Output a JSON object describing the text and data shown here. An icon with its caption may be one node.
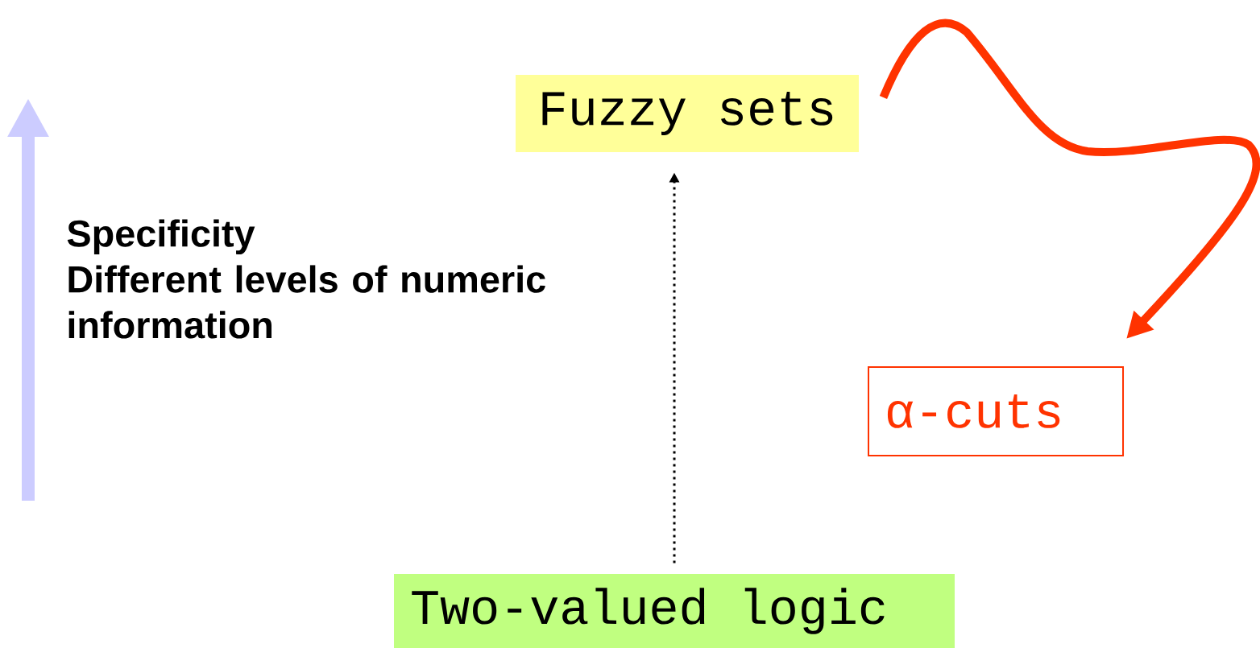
{
  "diagram": {
    "nodes": [
      {
        "text": [
          "Fuzzy sets"
        ]
      },
      {
        "text": [
          "α-cuts"
        ]
      },
      {
        "text": [
          "Two-valued logic"
        ]
      }
    ],
    "edges": [
      {
        "from": 2,
        "to": 0,
        "arrow": "to",
        "style": "dashed"
      },
      {
        "from": 0,
        "to": 1,
        "arrow": "to",
        "style": "thick",
        "color": "#ff3300"
      }
    ],
    "labels": [
      "Specificity",
      "Different levels of numeric information"
    ]
  }
}
